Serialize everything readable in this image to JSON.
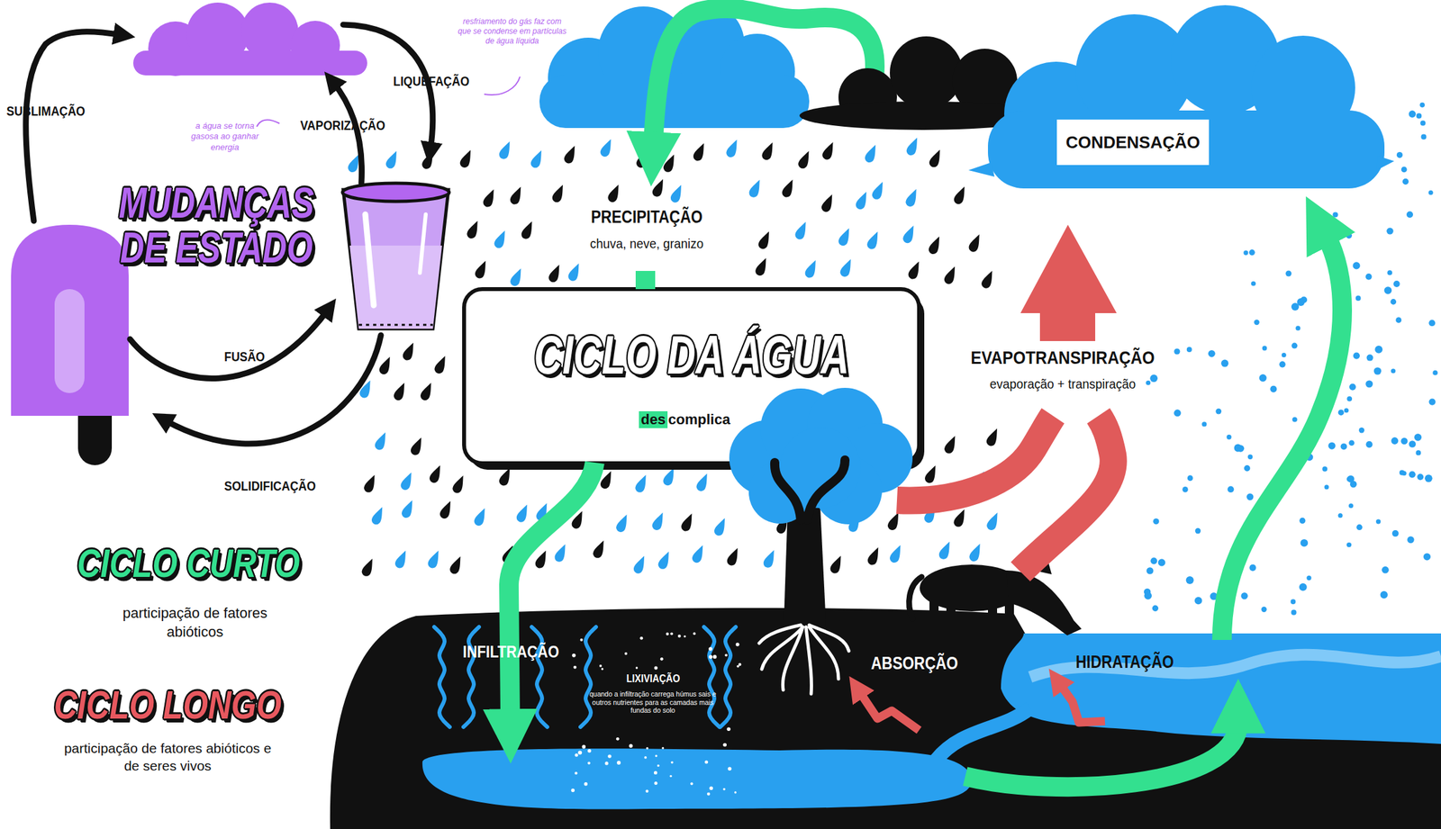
{
  "diagram": {
    "title": "CICLO DA ÁGUA",
    "nodes": [
      {
        "text": [
          "CONDENSAÇÃO"
        ]
      }
    ],
    "labels": [
      "SUBLIMAÇÃO",
      "LIQUEFAÇÃO",
      "resfriamento do gás faz com que se condense em partículas de água líquida",
      "VAPORIZAÇÃO",
      "a água se torna gasosa ao ganhar energia",
      "MUDANÇAS DE ESTADO",
      "FUSÃO",
      "SOLIDIFICAÇÃO",
      "CICLO CURTO",
      "participação de fatores abióticos",
      "CICLO LONGO",
      "participação de fatores abióticos e de seres vivos",
      "PRECIPITAÇÃO",
      "chuva, neve, granizo",
      "des",
      "complica",
      "EVAPOTRANSPIRAÇÃO",
      "evaporação + transpiração",
      "INFILTRAÇÃO",
      "LIXIVIAÇÃO",
      "quando a infiltração carrega húmus sais e outros nutrientes para as camadas mais fundas do solo",
      "ABSORÇÃO",
      "HIDRATAÇÃO"
    ]
  }
}
